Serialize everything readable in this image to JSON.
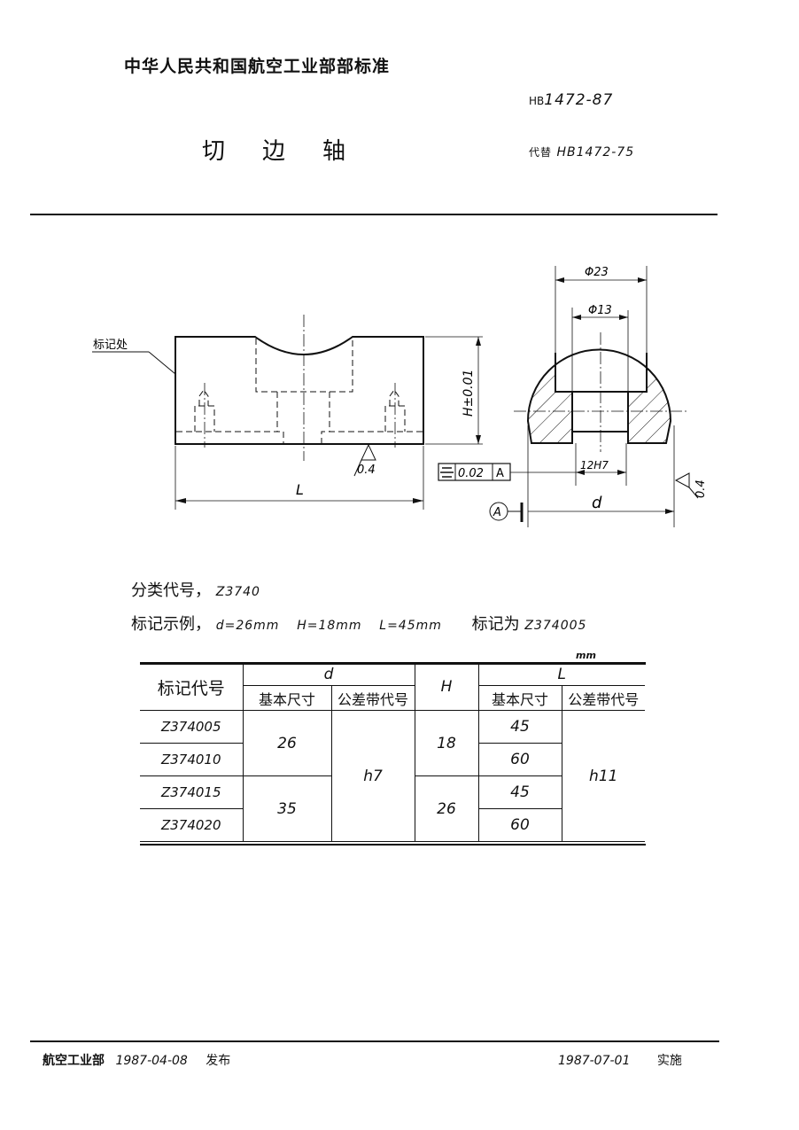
{
  "header": {
    "organization": "中华人民共和国航空工业部部标准",
    "standard_prefix": "HB",
    "standard_number": "1472-87",
    "title_chars": [
      "切",
      "边",
      "轴"
    ],
    "replaces_label": "代替",
    "replaces_number": "HB1472-75"
  },
  "drawing": {
    "front_view": {
      "marking_label": "标记处",
      "height_dim": "H±0.01",
      "length_dim": "L",
      "roughness": "0.4"
    },
    "side_view": {
      "outer_dia": "Φ23",
      "inner_dia": "Φ13",
      "slot_width": "12H7",
      "width_dim": "d",
      "roughness": "0.4",
      "tolerance_frame": {
        "symbol": "symmetry-icon",
        "value": "0.02",
        "datum": "A"
      },
      "datum_label": "A"
    }
  },
  "classification": {
    "label": "分类代号",
    "value": "Z3740"
  },
  "marking_example": {
    "label": "标记示例",
    "d": "d=26mm",
    "H": "H=18mm",
    "L": "L=45mm",
    "result_label": "标记为",
    "result_value": "Z374005"
  },
  "table": {
    "unit": "mm",
    "headers": {
      "code": "标记代号",
      "d": "d",
      "H": "H",
      "L": "L",
      "basic_size": "基本尺寸",
      "tolerance_zone": "公差带代号"
    },
    "rows": [
      {
        "code": "Z374005",
        "d_basic": "26",
        "d_tol": "h7",
        "H": "18",
        "L_basic": "45",
        "L_tol": "h11"
      },
      {
        "code": "Z374010",
        "d_basic": "26",
        "d_tol": "h7",
        "H": "18",
        "L_basic": "60",
        "L_tol": "h11"
      },
      {
        "code": "Z374015",
        "d_basic": "35",
        "d_tol": "h7",
        "H": "26",
        "L_basic": "45",
        "L_tol": "h11"
      },
      {
        "code": "Z374020",
        "d_basic": "35",
        "d_tol": "h7",
        "H": "26",
        "L_basic": "60",
        "L_tol": "h11"
      }
    ]
  },
  "footer": {
    "issuer": "航空工业部",
    "issue_date": "1987-04-08",
    "issue_label": "发布",
    "effective_date": "1987-07-01",
    "effective_label": "实施"
  }
}
